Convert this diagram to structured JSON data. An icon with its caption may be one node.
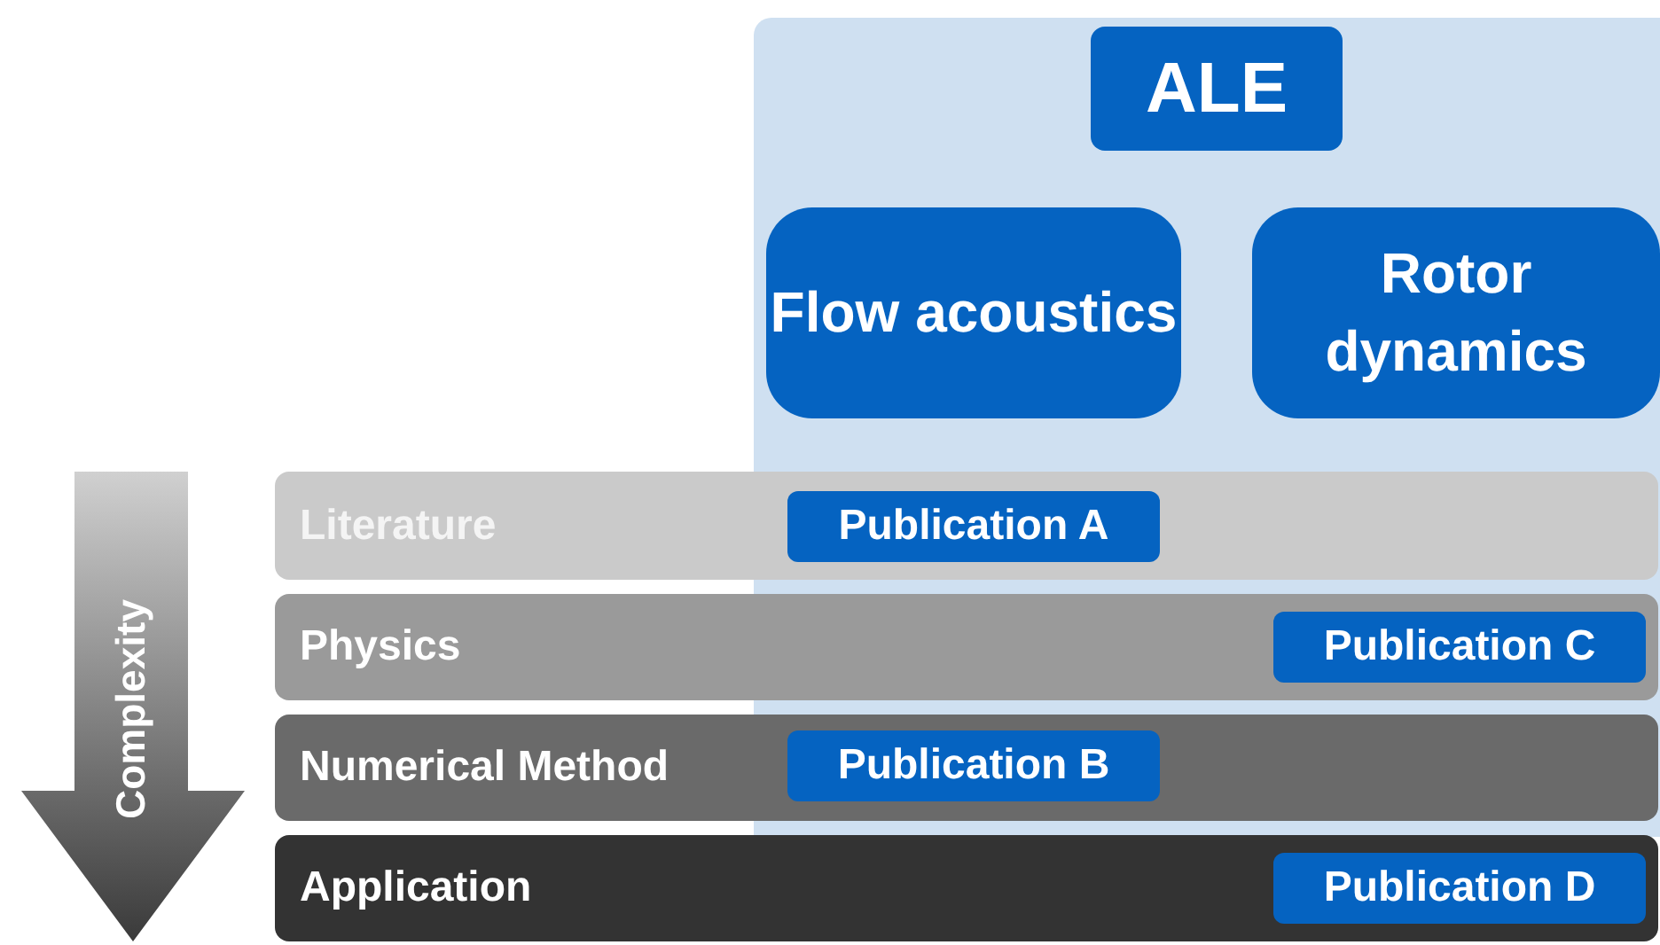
{
  "diagram": {
    "nodes": [
      {
        "text": [
          "ALE"
        ]
      },
      {
        "text": [
          "Flow acoustics"
        ]
      },
      {
        "text": [
          "Rotor dynamics"
        ]
      },
      {
        "text": [
          "Literature"
        ]
      },
      {
        "text": [
          "Publication A"
        ],
        "in": 3
      },
      {
        "text": [
          "Physics"
        ]
      },
      {
        "text": [
          "Publication C"
        ],
        "in": 5
      },
      {
        "text": [
          "Numerical Method"
        ]
      },
      {
        "text": [
          "Publication B"
        ],
        "in": 7
      },
      {
        "text": [
          "Application"
        ]
      },
      {
        "text": [
          "Publication D"
        ],
        "in": 9
      }
    ],
    "edges": [],
    "labels": [
      "Complexity"
    ]
  }
}
